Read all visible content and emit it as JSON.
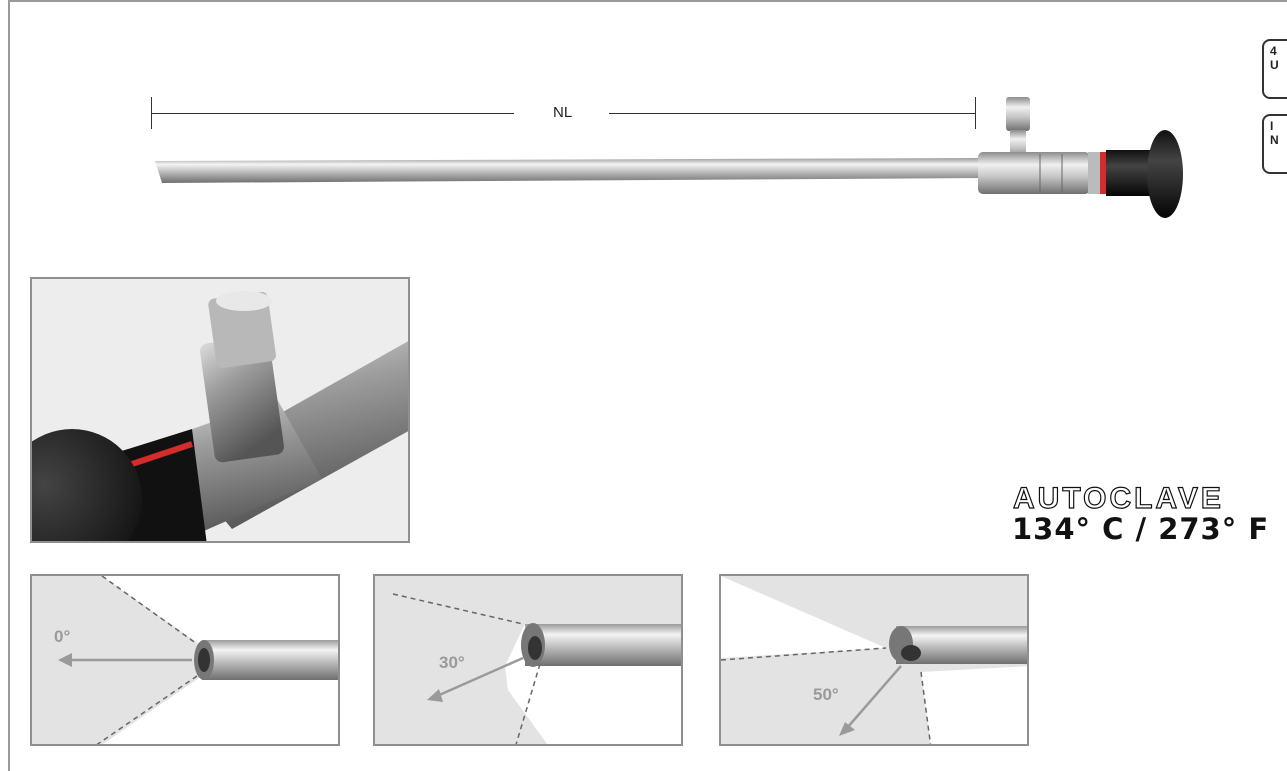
{
  "dimension": {
    "label": "NL"
  },
  "badges": {
    "top": [
      "4",
      "U"
    ],
    "bottom": [
      "I",
      "N"
    ]
  },
  "autoclave": {
    "title": "AUTOCLAVE",
    "temperature": "134° C / 273° F"
  },
  "views": [
    {
      "angle": "0°"
    },
    {
      "angle": "30°"
    },
    {
      "angle": "50°"
    }
  ],
  "colors": {
    "accent_ring": "#d42b2b",
    "frame": "#8f8f8f",
    "field": "#e3e3e3"
  }
}
